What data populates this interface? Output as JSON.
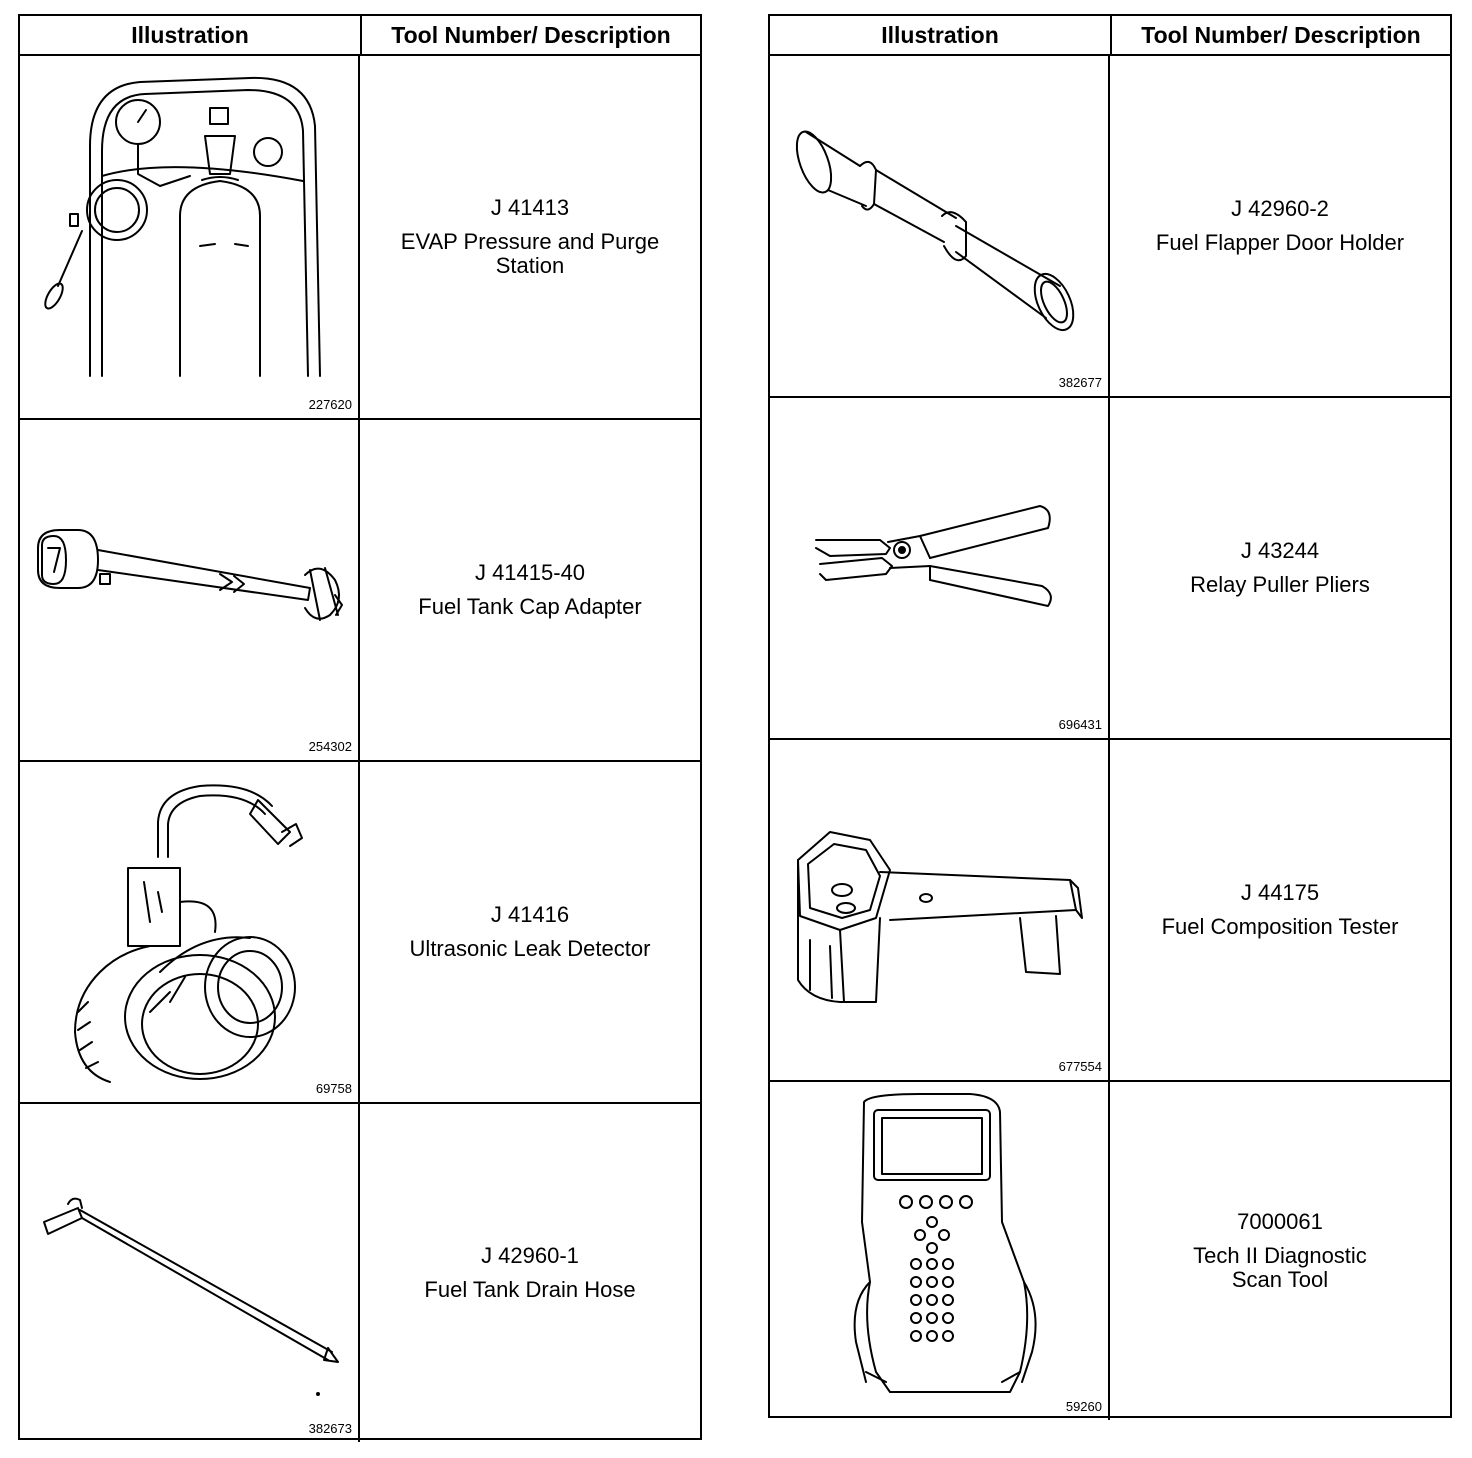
{
  "headers": {
    "illustration": "Illustration",
    "tool": "Tool Number/ Description"
  },
  "left": [
    {
      "fig": "227620",
      "number": "J 41413",
      "description": "EVAP Pressure and Purge\nStation",
      "icon": "evap-station-icon"
    },
    {
      "fig": "254302",
      "number": "J 41415-40",
      "description": "Fuel Tank Cap Adapter",
      "icon": "cap-adapter-icon"
    },
    {
      "fig": "69758",
      "number": "J 41416",
      "description": "Ultrasonic Leak Detector",
      "icon": "leak-detector-icon"
    },
    {
      "fig": "382673",
      "number": "J 42960-1",
      "description": "Fuel Tank Drain Hose",
      "icon": "drain-hose-icon"
    }
  ],
  "right": [
    {
      "fig": "382677",
      "number": "J 42960-2",
      "description": "Fuel Flapper Door Holder",
      "icon": "door-holder-icon"
    },
    {
      "fig": "696431",
      "number": "J 43244",
      "description": "Relay Puller Pliers",
      "icon": "pliers-icon"
    },
    {
      "fig": "677554",
      "number": "J 44175",
      "description": "Fuel Composition Tester",
      "icon": "composition-tester-icon"
    },
    {
      "fig": "59260",
      "number": "7000061",
      "description": "Tech II Diagnostic\nScan Tool",
      "icon": "scan-tool-icon"
    }
  ]
}
